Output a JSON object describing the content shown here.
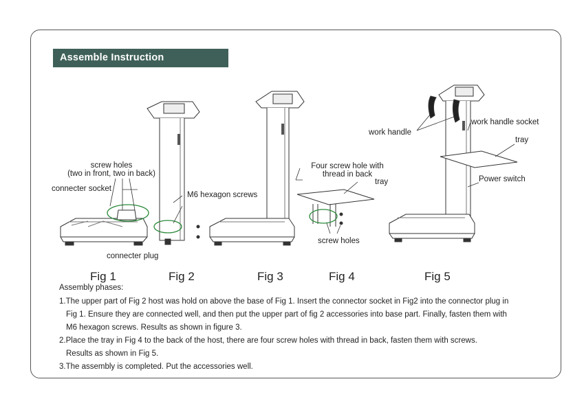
{
  "header": {
    "title": "Assemble Instruction"
  },
  "labels": {
    "screw_holes_line1": "screw holes",
    "screw_holes_line2": "(two in front, two in back)",
    "connecter_socket": "connecter socket",
    "m6_hexagon_screws": "M6 hexagon screws",
    "connecter_plug": "connecter plug",
    "four_screw_hole_line1": "Four screw hole with",
    "four_screw_hole_line2": "thread in back",
    "tray_fig4": "tray",
    "screw_holes_fig4": "screw holes",
    "work_handle": "work handle",
    "work_handle_socket": "work handle socket",
    "tray_fig5": "tray",
    "power_switch": "Power switch"
  },
  "figures": [
    "Fig 1",
    "Fig 2",
    "Fig 3",
    "Fig 4",
    "Fig 5"
  ],
  "instructions": {
    "heading": "Assembly phases:",
    "steps": [
      {
        "lines": [
          "1.The upper part of Fig 2 host was hold on above the base of Fig 1. Insert the connector socket in Fig2 into the connector plug in",
          "Fig 1. Ensure they are connected well, and then put the upper part of fig 2 accessories into  base part. Finally, fasten them with",
          "M6 hexagon  screws. Results as shown in figure 3."
        ]
      },
      {
        "lines": [
          "2.Place the tray in Fig 4 to the back of the host, there are four screw holes with thread in back, fasten them with screws.",
          "Results as shown in Fig 5."
        ]
      },
      {
        "lines": [
          "3.The assembly is completed.  Put the accessories well."
        ]
      }
    ]
  }
}
